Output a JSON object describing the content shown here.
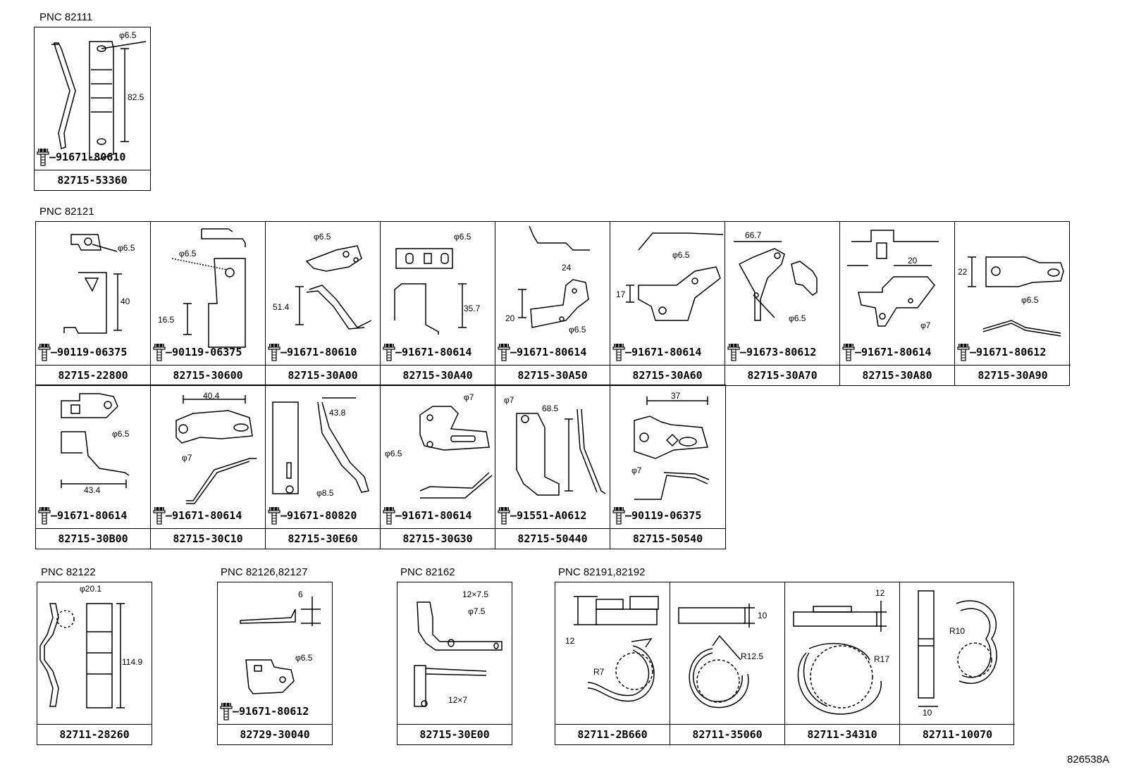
{
  "groups": [
    {
      "pnc": "PNC 82111",
      "cells": [
        {
          "part": "82715-53360",
          "fastener": "91671-80610",
          "dims": [
            "φ6.5",
            "82.5"
          ]
        }
      ]
    },
    {
      "pnc": "PNC 82121",
      "rows": [
        [
          {
            "part": "82715-22800",
            "fastener": "90119-06375",
            "dims": [
              "φ6.5",
              "40"
            ]
          },
          {
            "part": "82715-30600",
            "fastener": "90119-06375",
            "dims": [
              "φ6.5",
              "16.5"
            ]
          },
          {
            "part": "82715-30A00",
            "fastener": "91671-80610",
            "dims": [
              "φ6.5",
              "51.4"
            ]
          },
          {
            "part": "82715-30A40",
            "fastener": "91671-80614",
            "dims": [
              "φ6.5",
              "35.7"
            ]
          },
          {
            "part": "82715-30A50",
            "fastener": "91671-80614",
            "dims": [
              "24",
              "20",
              "φ6.5"
            ]
          },
          {
            "part": "82715-30A60",
            "fastener": "91671-80614",
            "dims": [
              "φ6.5",
              "17"
            ]
          },
          {
            "part": "82715-30A70",
            "fastener": "91673-80612",
            "dims": [
              "66.7",
              "φ6.5"
            ]
          },
          {
            "part": "82715-30A80",
            "fastener": "91671-80614",
            "dims": [
              "20",
              "φ7"
            ]
          },
          {
            "part": "82715-30A90",
            "fastener": "91671-80612",
            "dims": [
              "22",
              "φ6.5"
            ]
          }
        ],
        [
          {
            "part": "82715-30B00",
            "fastener": "91671-80614",
            "dims": [
              "φ6.5",
              "43.4"
            ]
          },
          {
            "part": "82715-30C10",
            "fastener": "91671-80614",
            "dims": [
              "40.4",
              "φ7"
            ]
          },
          {
            "part": "82715-30E60",
            "fastener": "91671-80820",
            "dims": [
              "43.8",
              "φ8.5"
            ]
          },
          {
            "part": "82715-30G30",
            "fastener": "91671-80614",
            "dims": [
              "φ7",
              "φ6.5"
            ]
          },
          {
            "part": "82715-50440",
            "fastener": "91551-A0612",
            "dims": [
              "φ7",
              "68.5"
            ]
          },
          {
            "part": "82715-50540",
            "fastener": "90119-06375",
            "dims": [
              "37",
              "φ7"
            ]
          }
        ]
      ]
    },
    {
      "pnc": "PNC 82122",
      "cells": [
        {
          "part": "82711-28260",
          "dims": [
            "φ20.1",
            "114.9"
          ]
        }
      ]
    },
    {
      "pnc": "PNC 82126,82127",
      "cells": [
        {
          "part": "82729-30040",
          "fastener": "91671-80612",
          "dims": [
            "6",
            "φ6.5"
          ]
        }
      ]
    },
    {
      "pnc": "PNC 82162",
      "cells": [
        {
          "part": "82715-30E00",
          "dims": [
            "12×7.5",
            "φ7.5",
            "12×7"
          ]
        }
      ]
    },
    {
      "pnc": "PNC 82191,82192",
      "cells": [
        {
          "part": "82711-2B660",
          "dims": [
            "12",
            "R7"
          ]
        },
        {
          "part": "82711-35060",
          "dims": [
            "10",
            "R12.5"
          ]
        },
        {
          "part": "82711-34310",
          "dims": [
            "12",
            "R17"
          ]
        },
        {
          "part": "82711-10070",
          "dims": [
            "R10",
            "10"
          ]
        }
      ]
    }
  ],
  "figure_code": "826538A",
  "icons": {
    "bolt": "flange-bolt-icon"
  }
}
